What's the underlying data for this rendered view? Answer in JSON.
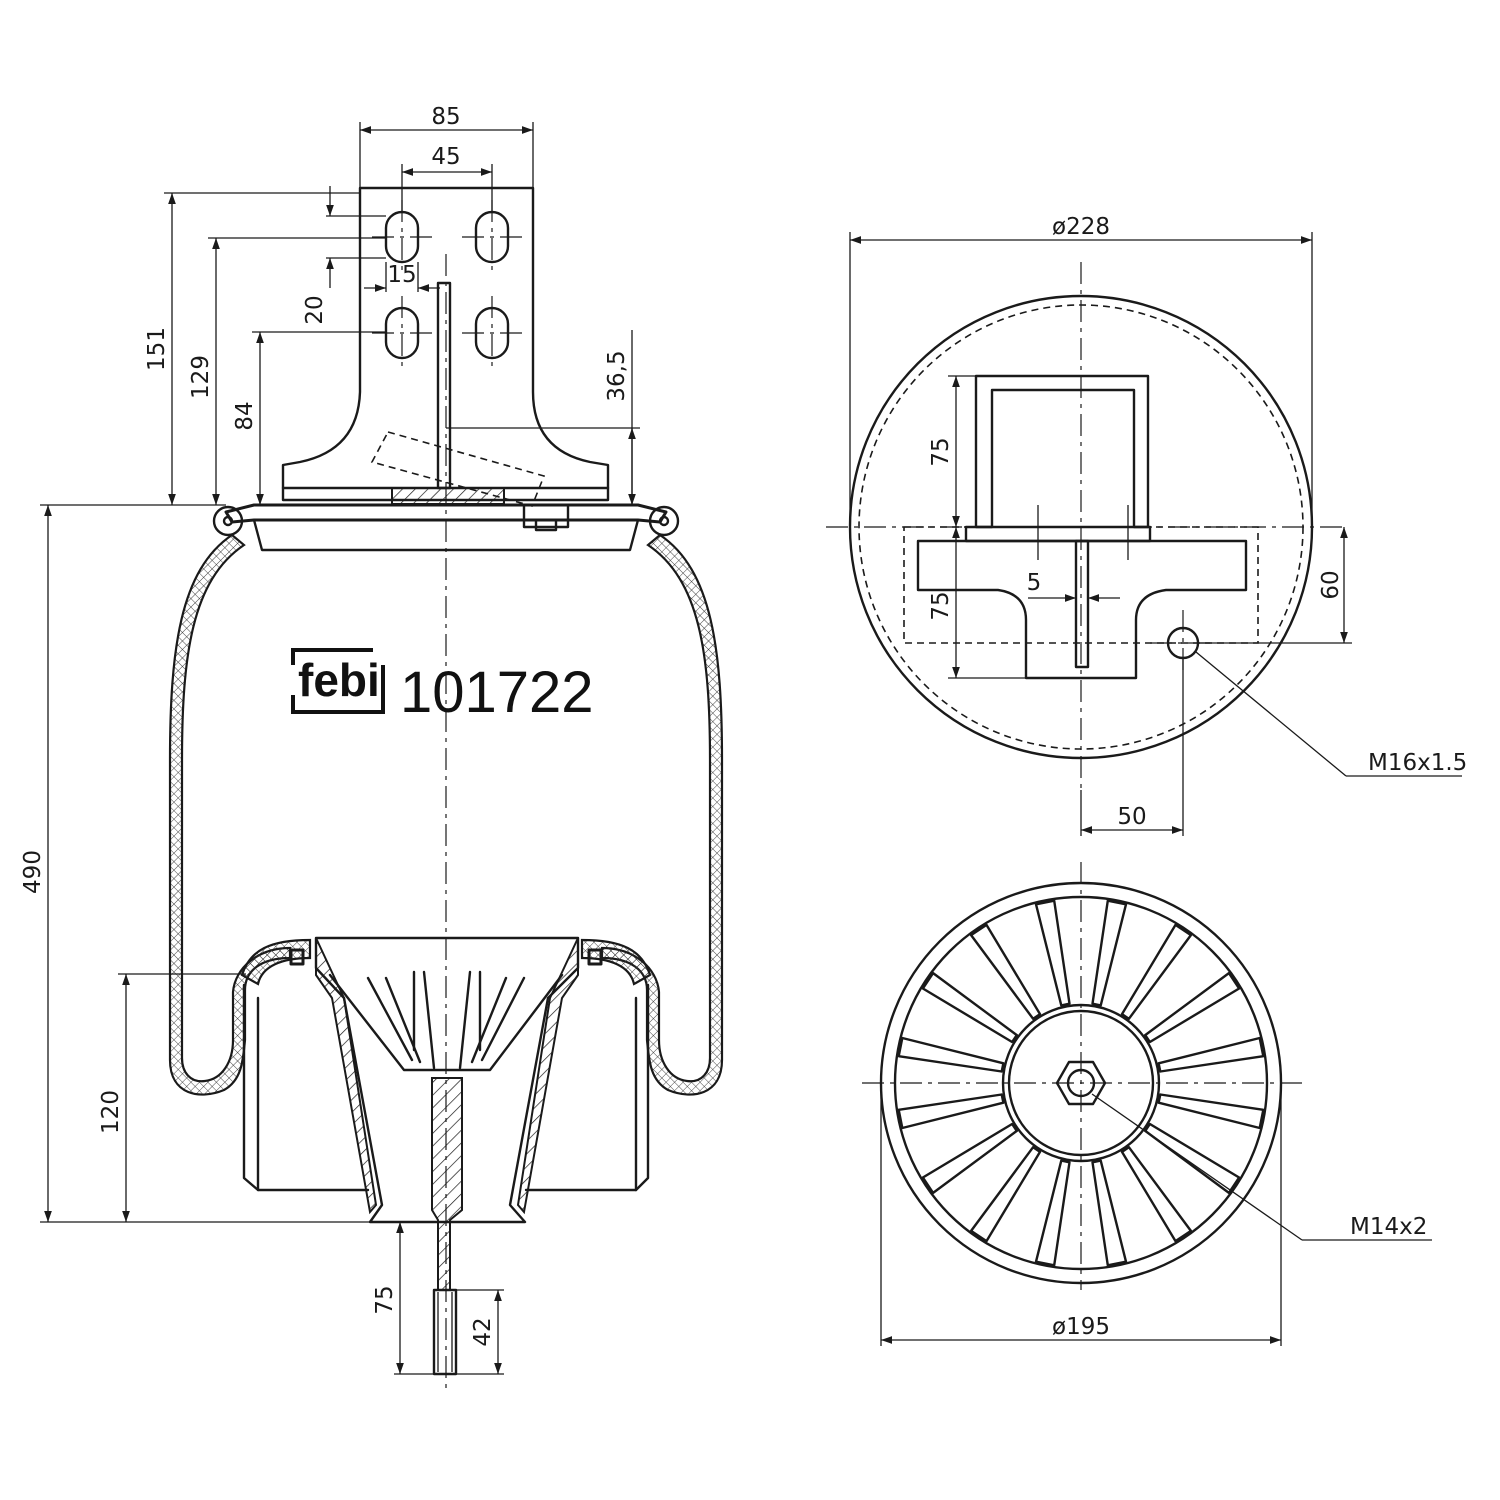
{
  "brand": {
    "logo_text": "febi",
    "part_number": "101722"
  },
  "side_view": {
    "dimensions": {
      "plate_width": "85",
      "hole_spacing": "45",
      "hole_slot": "15",
      "hole_vertical": "20",
      "height_top": "151",
      "height_hole_upper": "129",
      "height_hole_lower": "84",
      "pin_offset": "36,5",
      "overall_height": "490",
      "piston_height": "120",
      "stud_length": "75",
      "thread_length": "42"
    }
  },
  "top_view": {
    "dimensions": {
      "diameter": "ø228",
      "bracket_upper": "75",
      "bracket_lower": "75",
      "pin_width": "5",
      "port_offset_y": "60",
      "port_offset_x": "50"
    },
    "callouts": {
      "port_thread": "M16x1.5"
    }
  },
  "bottom_view": {
    "dimensions": {
      "diameter": "ø195"
    },
    "callouts": {
      "stud_thread": "M14x2"
    }
  }
}
